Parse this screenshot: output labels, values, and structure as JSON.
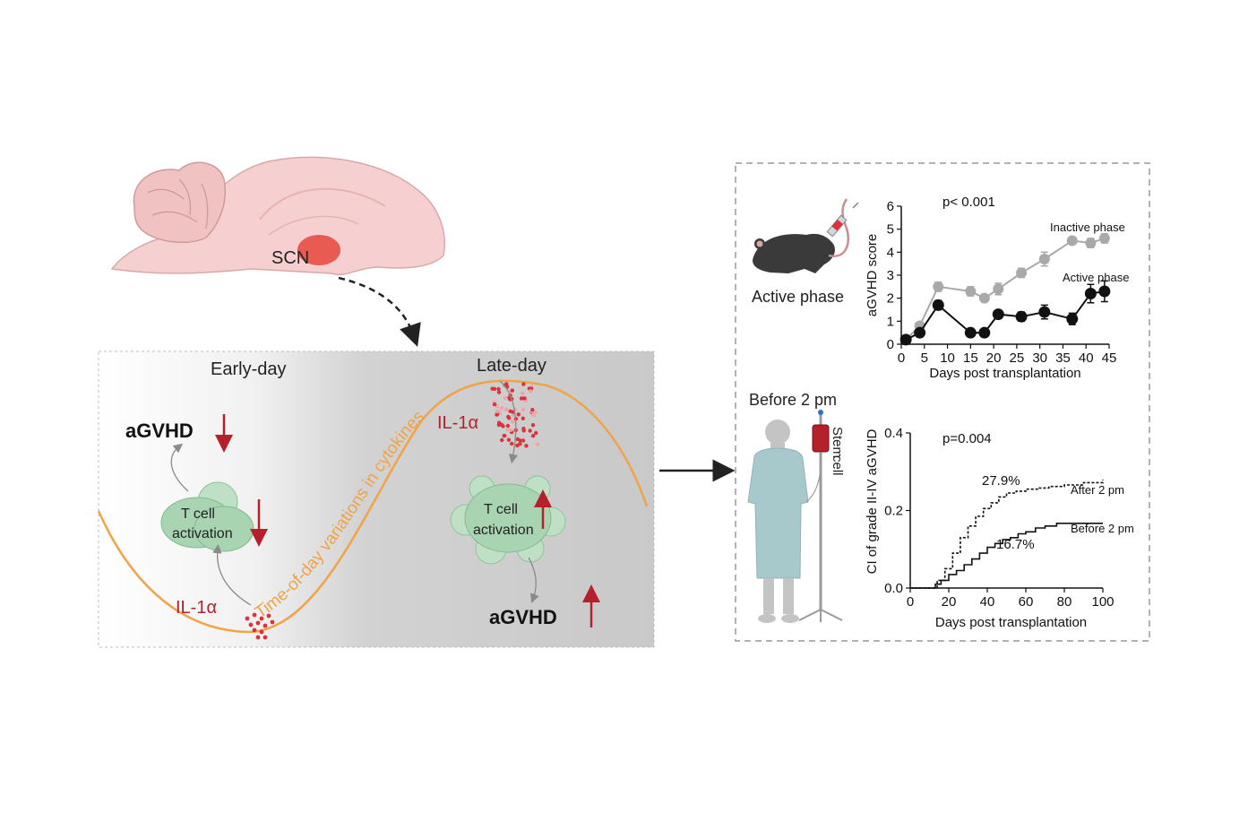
{
  "brain": {
    "label": "SCN"
  },
  "rhythm_panel": {
    "early_label": "Early-day",
    "late_label": "Late-day",
    "curve_text": "Time-of-day variations in cytokines",
    "agvhd_label": "aGVHD",
    "tcell_line1": "T cell",
    "tcell_line2": "activation",
    "il1a_label": "IL-1α"
  },
  "mouse": {
    "caption": "Active phase"
  },
  "patient": {
    "caption": "Before 2 pm",
    "bag_label_line1": "Stem",
    "bag_label_line2": "cell"
  },
  "colors": {
    "orange_curve": "#f0a347",
    "red_accent": "#b5202b",
    "cell_green": "#a9d4b1",
    "inactive_gray": "#a9a9a9",
    "active_black": "#111111"
  },
  "chart_data": [
    {
      "type": "line",
      "annotation": "p< 0.001",
      "xlabel": "Days post transplantation",
      "ylabel": "aGVHD score",
      "xlim": [
        0,
        45
      ],
      "ylim": [
        0,
        6
      ],
      "xticks": [
        "0",
        "5",
        "10",
        "15",
        "20",
        "25",
        "30",
        "35",
        "40",
        "45"
      ],
      "yticks": [
        "0",
        "1",
        "2",
        "3",
        "4",
        "5",
        "6"
      ],
      "series": [
        {
          "name": "Inactive phase",
          "x": [
            1,
            4,
            8,
            15,
            18,
            21,
            26,
            31,
            37,
            41,
            44
          ],
          "y": [
            0.2,
            0.8,
            2.5,
            2.3,
            2.0,
            2.4,
            3.1,
            3.7,
            4.5,
            4.4,
            4.6
          ],
          "err": [
            0.1,
            0.1,
            0.2,
            0.2,
            0.15,
            0.25,
            0.2,
            0.3,
            0.15,
            0.2,
            0.2
          ]
        },
        {
          "name": "Active phase",
          "x": [
            1,
            4,
            8,
            15,
            18,
            21,
            26,
            31,
            37,
            41,
            44
          ],
          "y": [
            0.2,
            0.5,
            1.7,
            0.5,
            0.5,
            1.3,
            1.2,
            1.4,
            1.1,
            2.2,
            2.3
          ],
          "err": [
            0.05,
            0.1,
            0.2,
            0.1,
            0.1,
            0.15,
            0.2,
            0.3,
            0.25,
            0.4,
            0.45
          ]
        }
      ]
    },
    {
      "type": "line",
      "annotation": "p=0.004",
      "xlabel": "Days post transplantation",
      "ylabel": "CI of grade II-IV aGVHD",
      "xlim": [
        0,
        100
      ],
      "ylim": [
        0,
        0.4
      ],
      "xticks": [
        "0",
        "20",
        "40",
        "60",
        "80",
        "100"
      ],
      "yticks": [
        "0.0",
        "0.2",
        "0.4"
      ],
      "series": [
        {
          "name": "After 2 pm",
          "end_label": "27.9%",
          "x": [
            0,
            10,
            14,
            18,
            22,
            26,
            30,
            34,
            38,
            42,
            46,
            50,
            55,
            60,
            66,
            72,
            80,
            90,
            100
          ],
          "y": [
            0,
            0,
            0.02,
            0.05,
            0.09,
            0.13,
            0.16,
            0.185,
            0.205,
            0.22,
            0.235,
            0.245,
            0.25,
            0.255,
            0.258,
            0.262,
            0.266,
            0.272,
            0.279
          ]
        },
        {
          "name": "Before 2 pm",
          "end_label": "16.7%",
          "x": [
            0,
            10,
            13,
            16,
            20,
            24,
            28,
            32,
            36,
            40,
            44,
            48,
            52,
            56,
            60,
            65,
            70,
            76,
            80,
            90,
            100
          ],
          "y": [
            0,
            0,
            0.01,
            0.02,
            0.035,
            0.045,
            0.06,
            0.075,
            0.09,
            0.105,
            0.115,
            0.125,
            0.13,
            0.14,
            0.145,
            0.155,
            0.16,
            0.167,
            0.167,
            0.167,
            0.167
          ]
        }
      ]
    }
  ]
}
